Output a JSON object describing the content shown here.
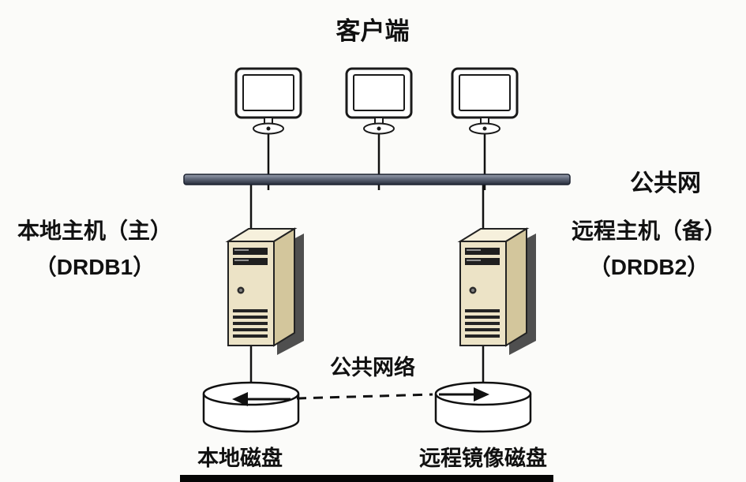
{
  "diagram": {
    "title": "客户端",
    "bus_label": "公共网",
    "left_host": {
      "line1": "本地主机（主）",
      "line2": "（DRDB1）"
    },
    "right_host": {
      "line1": "远程主机（备）",
      "line2": "（DRDB2）"
    },
    "replication_label": "公共网络",
    "left_disk_label": "本地磁盘",
    "right_disk_label": "远程镜像磁盘"
  },
  "colors": {
    "background": "#fbfbf9",
    "line": "#111111",
    "bus_dark": "#262c3a",
    "bus_light": "#9aa1b1",
    "server_front": "#ece3c6",
    "server_side": "#d3c69c",
    "server_top": "#f6f0dc",
    "server_shadow": "#4f4f4f",
    "bottom_bar": "#050505"
  }
}
